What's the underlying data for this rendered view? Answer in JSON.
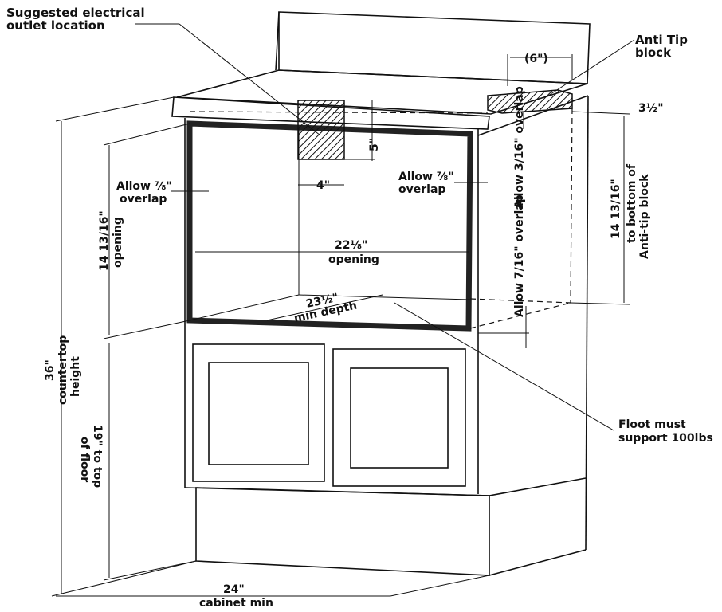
{
  "labels": {
    "outlet_line1": "Suggested electrical",
    "outlet_line2": "outlet location",
    "antitip_line1": "Anti Tip",
    "antitip_line2": "block",
    "six": "(6\")",
    "three_half": "3½\"",
    "allow_left_1": "Allow ⅞\"",
    "allow_left_2": "overlap",
    "allow_right_1": "Allow ⅞\"",
    "allow_right_2": "overlap",
    "allow_top_side": "Allow 3/16\" overlap",
    "allow_bottom_side": "Allow 7/16\" overlap",
    "five": "5\"",
    "four": "4\"",
    "opening_height_1": "14 13/16\"",
    "opening_height_2": "opening",
    "width_1": "22⅛\"",
    "width_2": "opening",
    "depth_1": "23½\"",
    "depth_2": "min depth",
    "antitip_height_1": "14 13/16\"",
    "antitip_height_2": "to bottom of",
    "antitip_height_3": "Anti-tip block",
    "counter_1": "36\"",
    "counter_2": "countertop",
    "counter_3": "height",
    "floor_1": "19\" to top",
    "floor_2": "of floor",
    "floor_note_1": "Floot must",
    "floor_note_2": "support 100lbs",
    "cabinet_1": "24\"",
    "cabinet_2": "cabinet min"
  }
}
